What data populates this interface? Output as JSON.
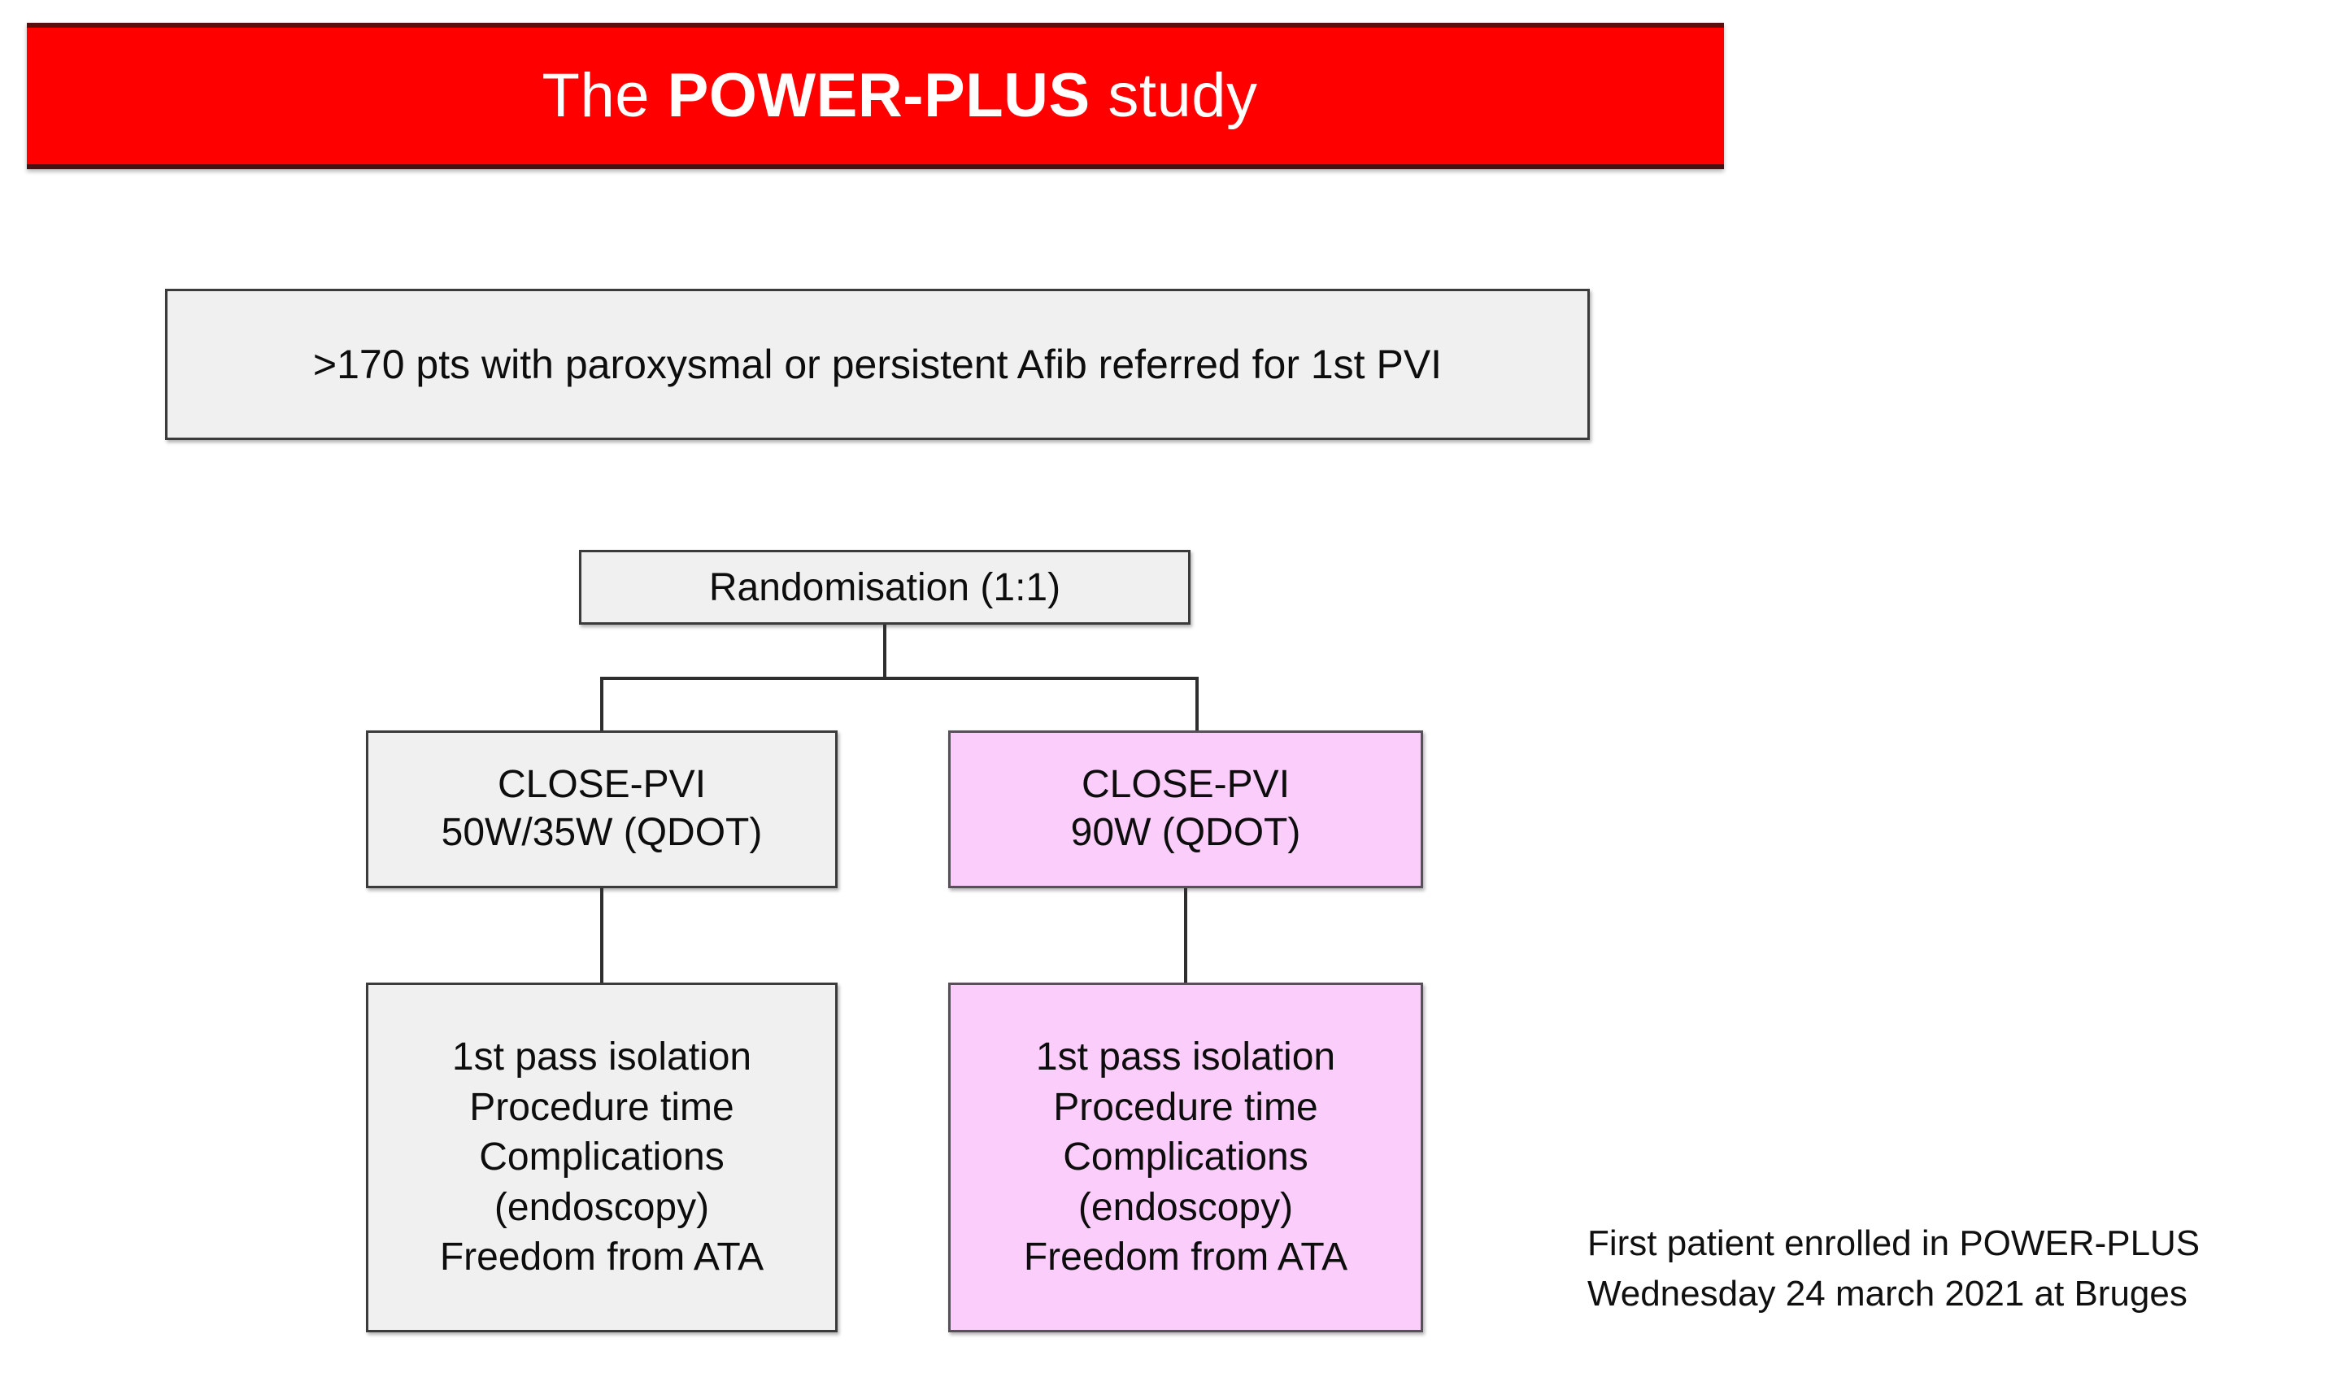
{
  "slide": {
    "title_prefix": "The ",
    "title_strong": "POWER-PLUS",
    "title_suffix": " study",
    "background_color": "#ffffff"
  },
  "colors": {
    "banner_red": "#fe0000",
    "banner_text": "#ffffff",
    "box_grey_fill": "#f0f0f0",
    "box_grey_border": "#3b3b3b",
    "box_pink_fill": "#fbcdfa",
    "box_pink_border": "#585058",
    "connector": "#2e2e2e",
    "body_text": "#0d0d0d"
  },
  "flow": {
    "enrolment": {
      "text": ">170 pts with paroxysmal or persistent Afib referred for 1st PVI"
    },
    "randomisation": {
      "text": "Randomisation (1:1)"
    },
    "arms": [
      {
        "line1": "CLOSE-PVI",
        "line2": "50W/35W (QDOT)",
        "fill": "grey"
      },
      {
        "line1": "CLOSE-PVI",
        "line2": "90W (QDOT)",
        "fill": "pink"
      }
    ],
    "outcomes": [
      {
        "line1": "1st pass isolation",
        "line2": "Procedure time",
        "line3": "Complications",
        "line4": "(endoscopy)",
        "line5": "Freedom from ATA",
        "fill": "grey"
      },
      {
        "line1": "1st pass isolation",
        "line2": "Procedure time",
        "line3": "Complications",
        "line4": "(endoscopy)",
        "line5": "Freedom from ATA",
        "fill": "pink"
      }
    ]
  },
  "caption": {
    "line1": "First patient enrolled in POWER-PLUS",
    "line2": "Wednesday 24 march 2021 at Bruges"
  }
}
